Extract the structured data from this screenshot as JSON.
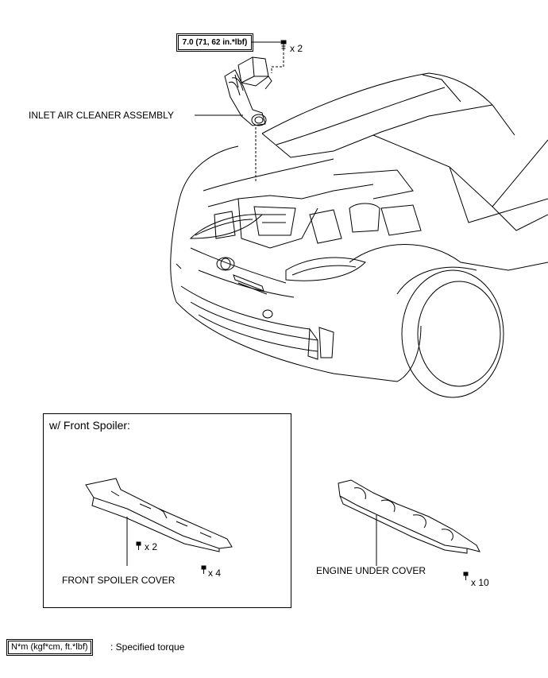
{
  "torque_spec": "7.0 (71, 62 in.*lbf)",
  "labels": {
    "inlet_air_cleaner": "INLET AIR CLEANER ASSEMBLY",
    "front_spoiler_cover": "FRONT SPOILER COVER",
    "engine_under_cover": "ENGINE UNDER COVER"
  },
  "quantities": {
    "top_bolt": "x 2",
    "spoiler_screw": "x 2",
    "spoiler_clip": "x 4",
    "under_cover_clip": "x 10"
  },
  "panel_title": "w/ Front Spoiler:",
  "legend": {
    "unit_box": "N*m (kgf*cm, ft.*lbf)",
    "text": ": Specified torque"
  }
}
